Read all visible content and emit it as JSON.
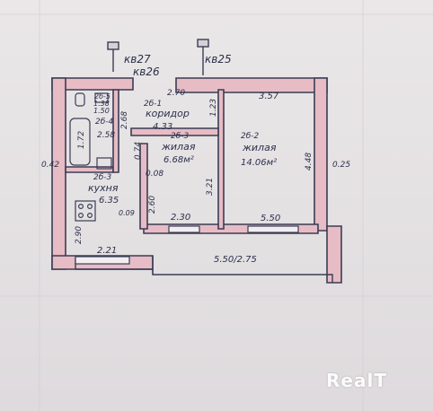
{
  "plan": {
    "flats": {
      "top_left": "кв27",
      "middle": "кв26",
      "top_right": "кв25"
    },
    "rooms": {
      "corridor": {
        "code": "2б-1",
        "name": "коридор",
        "area": "4.33"
      },
      "bath_wc": {
        "code": "2б-5",
        "area": "1.38"
      },
      "bath": {
        "code": "2б-4",
        "area": "2.58"
      },
      "living_small": {
        "code": "2б-3",
        "name": "жилая",
        "area": "6.68м²"
      },
      "living_big": {
        "code": "2б-2",
        "name": "жилая",
        "area": "14.06м²"
      },
      "kitchen": {
        "code": "2б-3",
        "name": "кухня",
        "area": "6.35"
      }
    },
    "dimensions": {
      "top_corridor": "2.70",
      "top_right": "3.57",
      "bath_dim": "1.50",
      "corr_v1": "2.68",
      "corr_v2": "1.23",
      "bath_v": "1.72",
      "partition_v": "0.74",
      "small_room_v": "3.21",
      "kitchen_wall": "0.08",
      "kitchen_v": "2.60",
      "small_room_w": "2.30",
      "kitchen_h": "0.09",
      "left_outer": "2.90",
      "kitchen_w": "2.21",
      "big_room_w": "5.50",
      "big_room_v": "4.48",
      "balcony": "5.50/2.75",
      "left_wall": "0.42",
      "right_wall": "0.25"
    }
  },
  "watermark": "RealT",
  "colors": {
    "wall_fill": "#e7bcc4",
    "line": "#3a3d55",
    "paper": "#e6e3e4"
  }
}
